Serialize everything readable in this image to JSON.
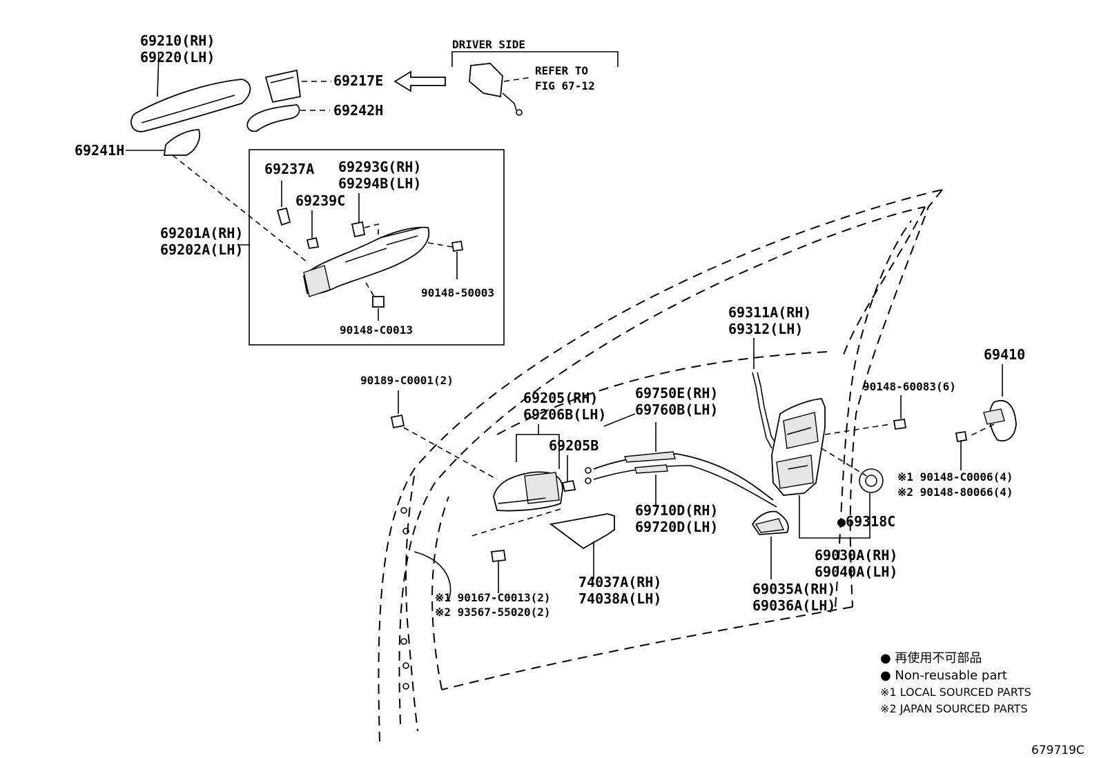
{
  "labels": {
    "p69210": "69210(RH)",
    "p69220": "69220(LH)",
    "p69217E": "69217E",
    "p69242H": "69242H",
    "p69241H": "69241H",
    "driver_side": "DRIVER SIDE",
    "refer_to": "REFER TO",
    "fig": "FIG 67-12",
    "p69237A": "69237A",
    "p69293G": "69293G(RH)",
    "p69294B": "69294B(LH)",
    "p69239C": "69239C",
    "p69201A": "69201A(RH)",
    "p69202A": "69202A(LH)",
    "p90148_50003": "90148-50003",
    "p90148_C0013": "90148-C0013",
    "p90189": "90189-C0001(2)",
    "p69205": "69205(RH)",
    "p69206B": "69206B(LH)",
    "p69205B": "69205B",
    "p69750E": "69750E(RH)",
    "p69760B": "69760B(LH)",
    "p69311A": "69311A(RH)",
    "p69312": "69312(LH)",
    "p69410": "69410",
    "p90148_60083": "90148-60083(6)",
    "p90148_C0006": "※1 90148-C0006(4)",
    "p90148_80066": "※2 90148-80066(4)",
    "p69318C": "●69318C",
    "p69710D": "69710D(RH)",
    "p69720D": "69720D(LH)",
    "p69030A": "69030A(RH)",
    "p69040A": "69040A(LH)",
    "p74037A": "74037A(RH)",
    "p74038A": "74038A(LH)",
    "p69035A": "69035A(RH)",
    "p69036A": "69036A(LH)",
    "p90167": "※1 90167-C0013(2)",
    "p93567": "※2 93567-55020(2)"
  },
  "legend": {
    "jp": "● 再使用不可部品",
    "en": "● Non-reusable part",
    "local": "※1 LOCAL SOURCED PARTS",
    "japan": "※2 JAPAN SOURCED PARTS"
  },
  "figure_code": "679719C"
}
